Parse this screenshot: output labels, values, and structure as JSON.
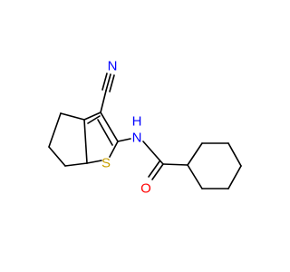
{
  "molecule": {
    "atoms": {
      "nitrile_n": {
        "symbol": "N",
        "color": "#0000ff"
      },
      "amide_n": {
        "symbol": "N",
        "color": "#0000ff"
      },
      "amide_h": {
        "symbol": "H",
        "color": "#0000ff"
      },
      "sulfur": {
        "symbol": "S",
        "color": "#c8a000"
      },
      "oxygen": {
        "symbol": "O",
        "color": "#ff0000"
      }
    }
  }
}
